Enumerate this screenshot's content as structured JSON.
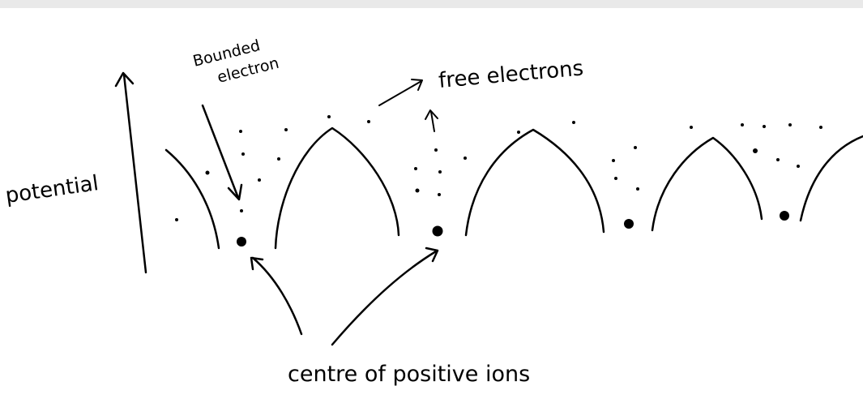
{
  "labels": {
    "potential": "potential",
    "bounded_line1": "Bounded",
    "bounded_line2": "electron",
    "free_electrons": "free electrons",
    "centre_of_positive_ions": "centre of positive ions"
  },
  "colors": {
    "ink": "#000000",
    "background": "#ffffff",
    "top_band": "#e9e9e9"
  }
}
